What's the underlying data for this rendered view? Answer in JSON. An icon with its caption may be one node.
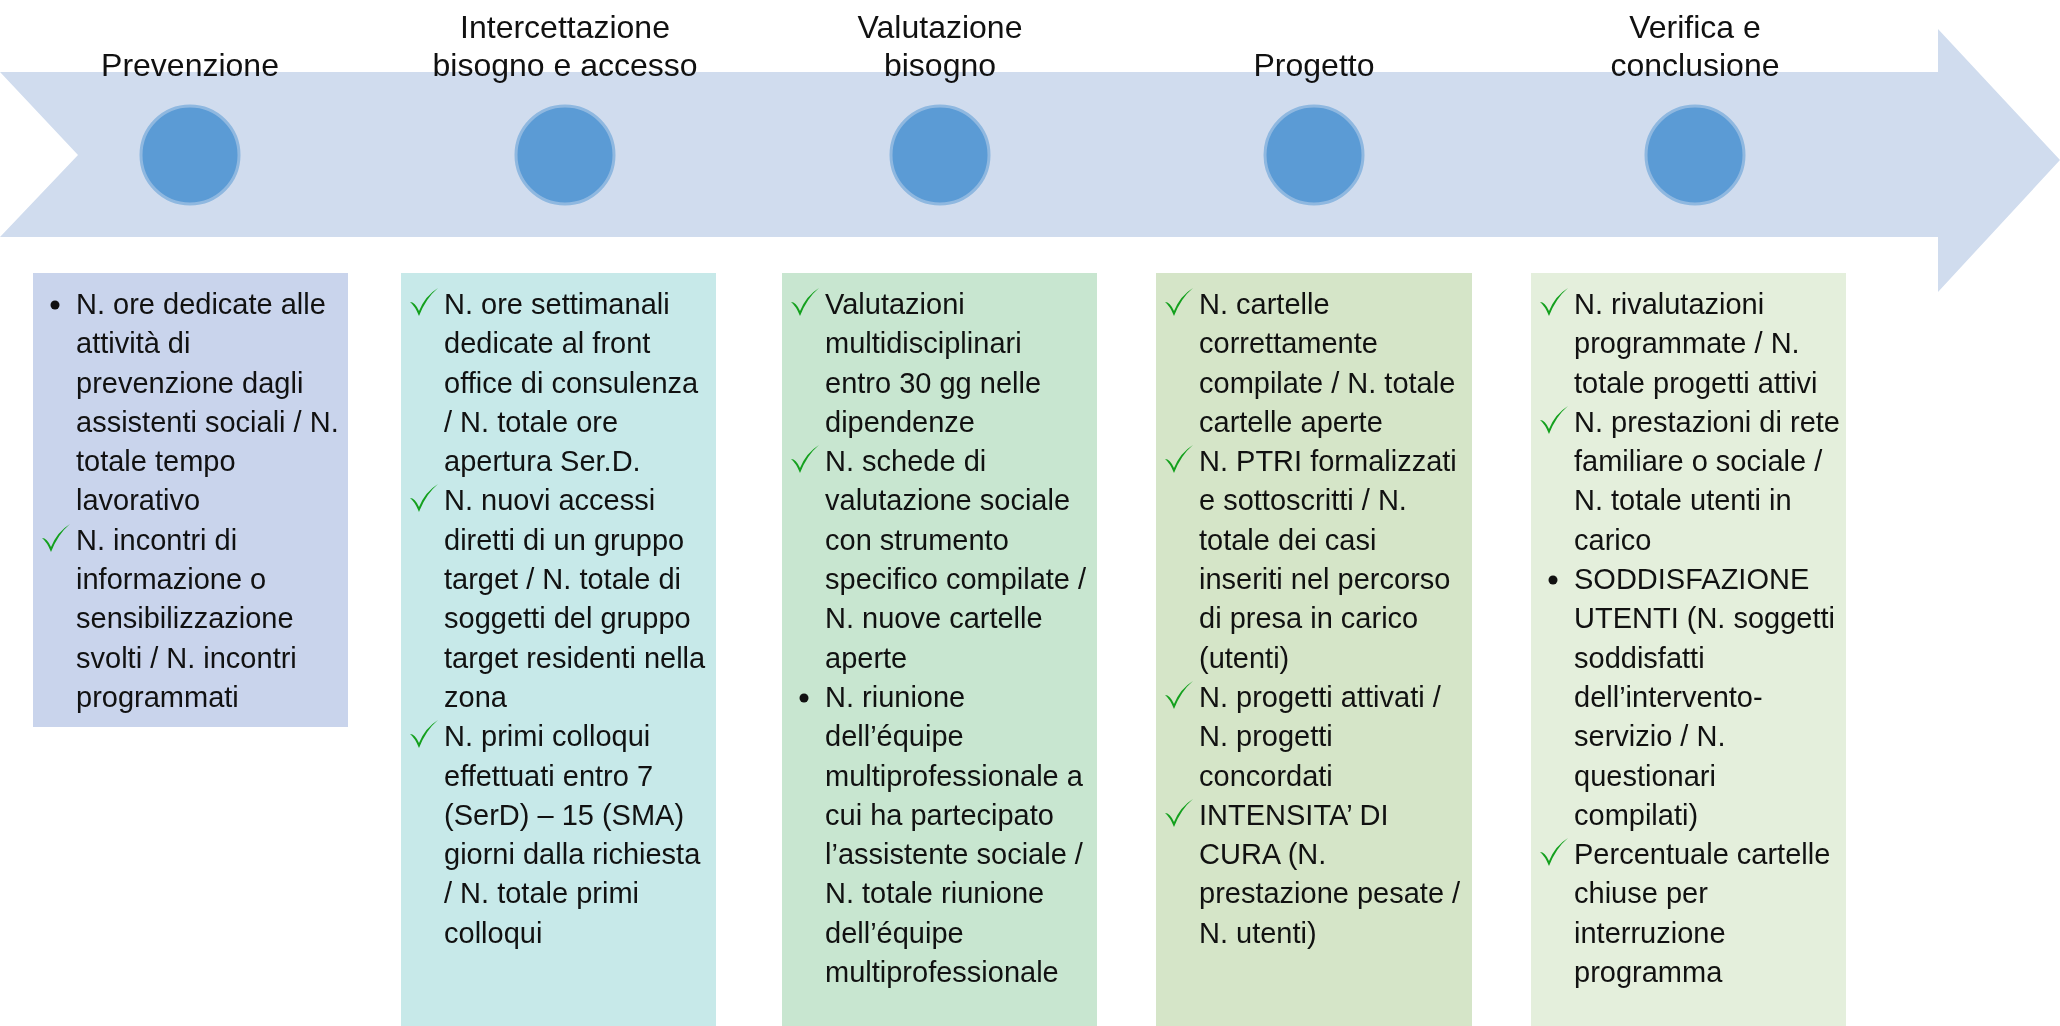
{
  "diagram": {
    "nodes": [
      {
        "text": [],
        "shape": "circle",
        "beside": [
          "Prevenzione"
        ]
      },
      {
        "text": [],
        "shape": "circle",
        "beside": [
          "Intercettazione bisogno e accesso"
        ]
      },
      {
        "text": [],
        "shape": "circle",
        "beside": [
          "Valutazione bisogno"
        ]
      },
      {
        "text": [],
        "shape": "circle",
        "beside": [
          "Progetto"
        ]
      },
      {
        "text": [],
        "shape": "circle",
        "beside": [
          "Verifica e conclusione"
        ]
      },
      {
        "text": [
          "N. ore dedicate alle attività di prevenzione dagli assistenti sociali / N. totale tempo lavorativo",
          "N. incontri di informazione o sensibilizzazione svolti  / N. incontri programmati"
        ]
      },
      {
        "text": [
          "N. ore settimanali dedicate al front office di consulenza / N. totale ore apertura Ser.D.",
          "N. nuovi accessi diretti di un gruppo target / N. totale di soggetti del gruppo target residenti nella zona",
          "N. primi colloqui effettuati entro 7 (SerD) – 15 (SMA) giorni dalla richiesta / N. totale primi colloqui"
        ]
      },
      {
        "text": [
          "Valutazioni multidisciplinari entro 30 gg nelle dipendenze",
          "N. schede di valutazione sociale con strumento specifico compilate / N. nuove cartelle aperte",
          "N. riunione dell’équipe multiprofessionale a cui ha partecipato l’assistente sociale / N. totale riunione dell’équipe multiprofessionale"
        ]
      },
      {
        "text": [
          "N. cartelle correttamente compilate / N. totale cartelle aperte",
          "N. PTRI formalizzati e sottoscritti / N. totale dei casi inseriti nel percorso di presa in carico (utenti)",
          "N. progetti attivati / N. progetti concordati",
          "INTENSITA’ DI CURA (N. prestazione pesate / N. utenti)"
        ]
      },
      {
        "text": [
          "N. rivalutazioni programmate / N. totale progetti attivi",
          "N. prestazioni di rete familiare o sociale / N. totale utenti in carico",
          "SODDISFAZIONE UTENTI (N. soggetti soddisfatti dell’intervento-servizio / N. questionari compilati)",
          "Percentuale cartelle chiuse per interruzione programma"
        ]
      }
    ],
    "edges": []
  }
}
